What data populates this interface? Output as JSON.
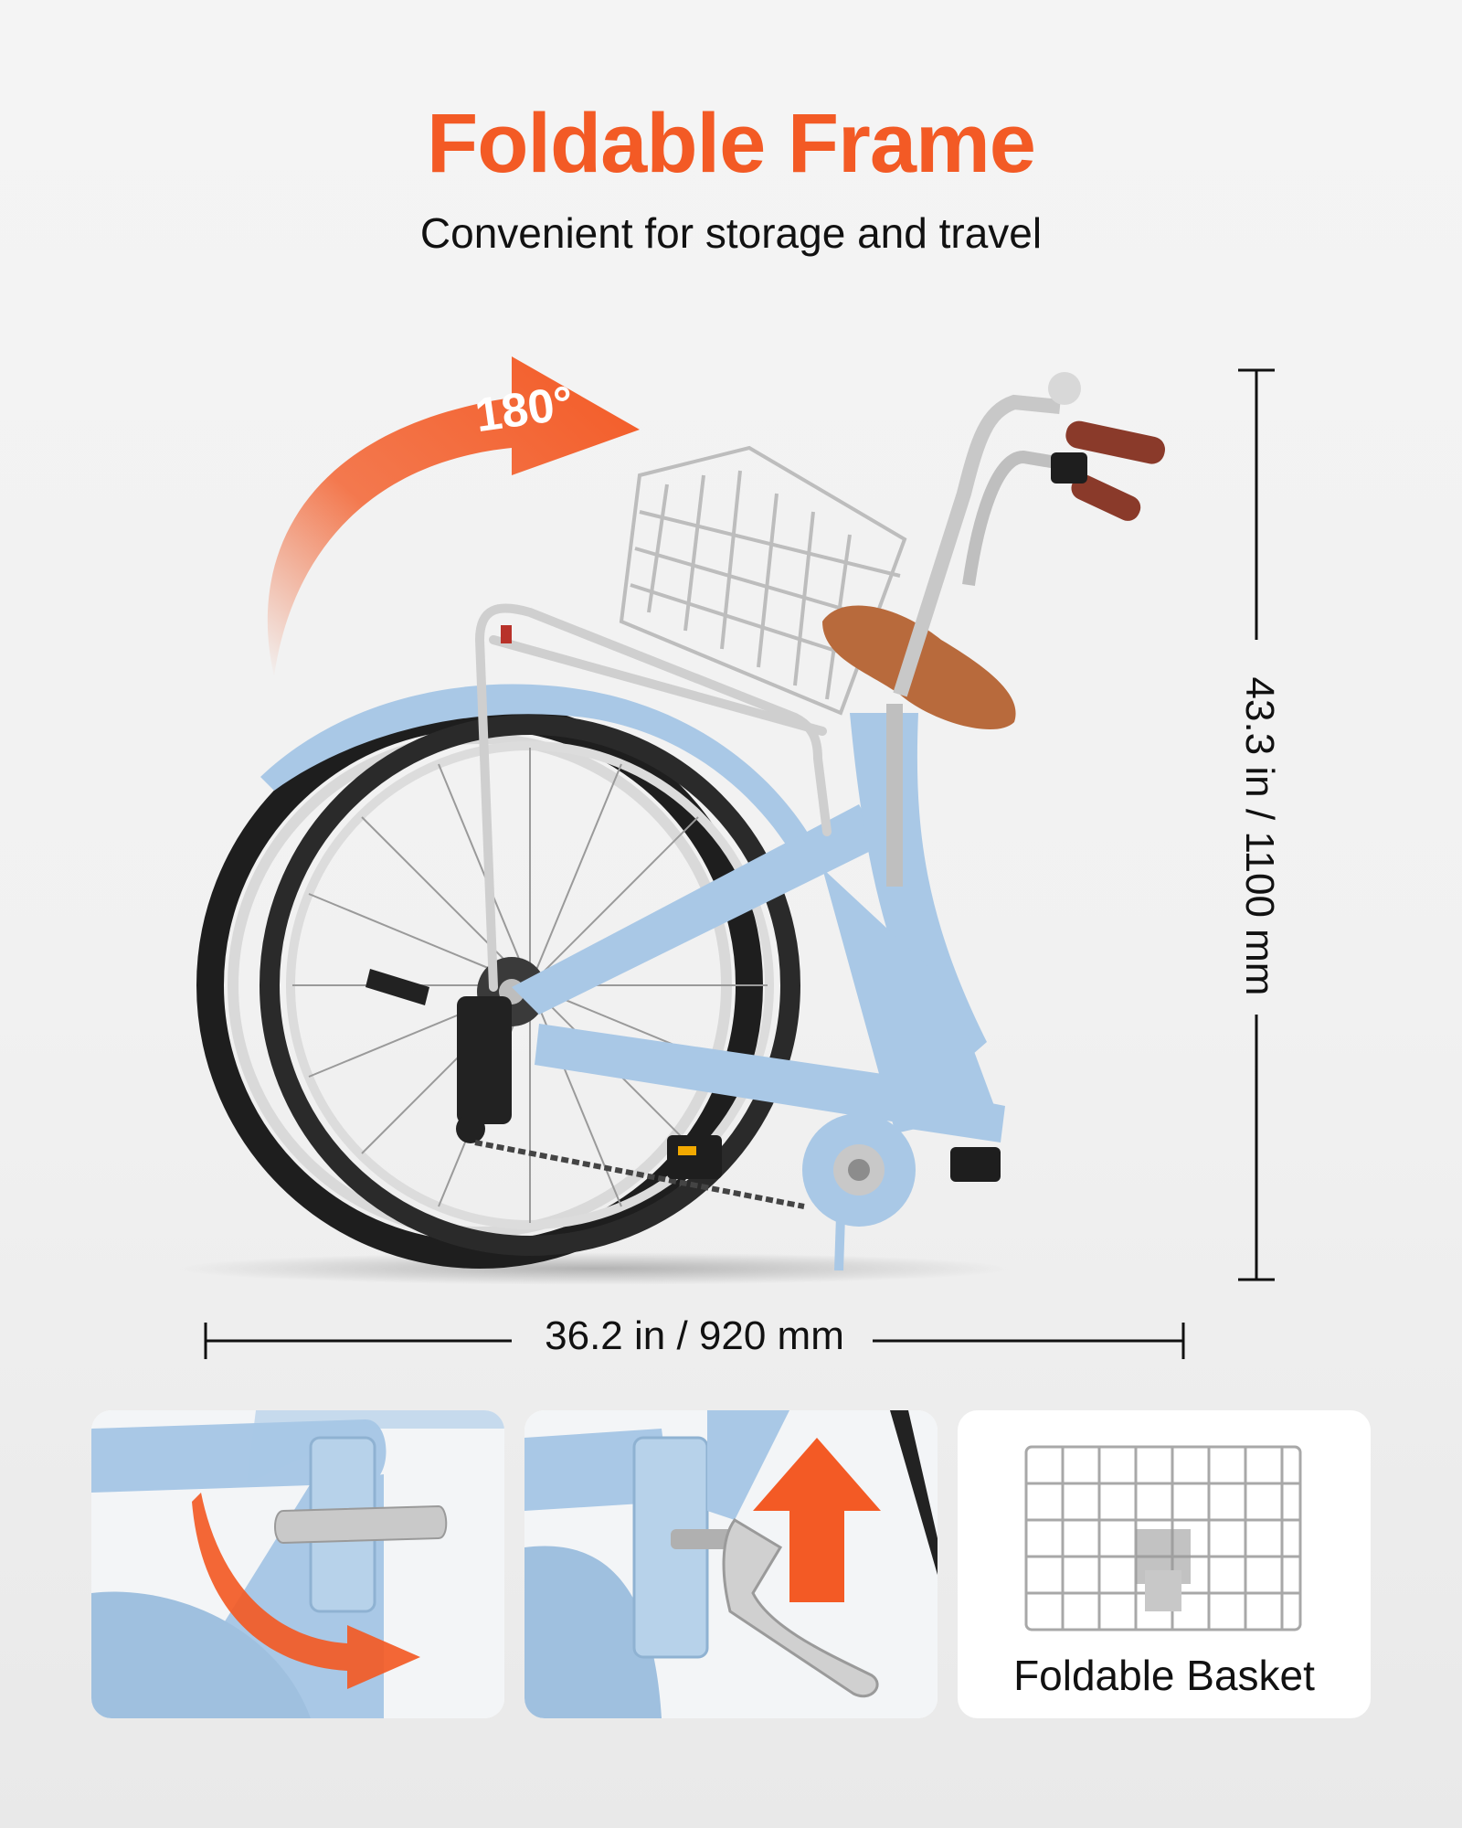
{
  "header": {
    "title": "Foldable Frame",
    "subtitle": "Convenient for storage and travel"
  },
  "rotation": {
    "label": "180°"
  },
  "dimensions": {
    "height_label": "43.3 in / 1100 mm",
    "width_label": "36.2 in / 920 mm"
  },
  "cards": {
    "basket_caption": "Foldable Basket"
  },
  "colors": {
    "accent": "#f35a25",
    "frame": "#a9c8e6",
    "saddle": "#b86a3c",
    "text": "#111111"
  },
  "icons": [
    "rotate-arrow-icon",
    "fold-arrow-icon",
    "up-arrow-icon"
  ]
}
